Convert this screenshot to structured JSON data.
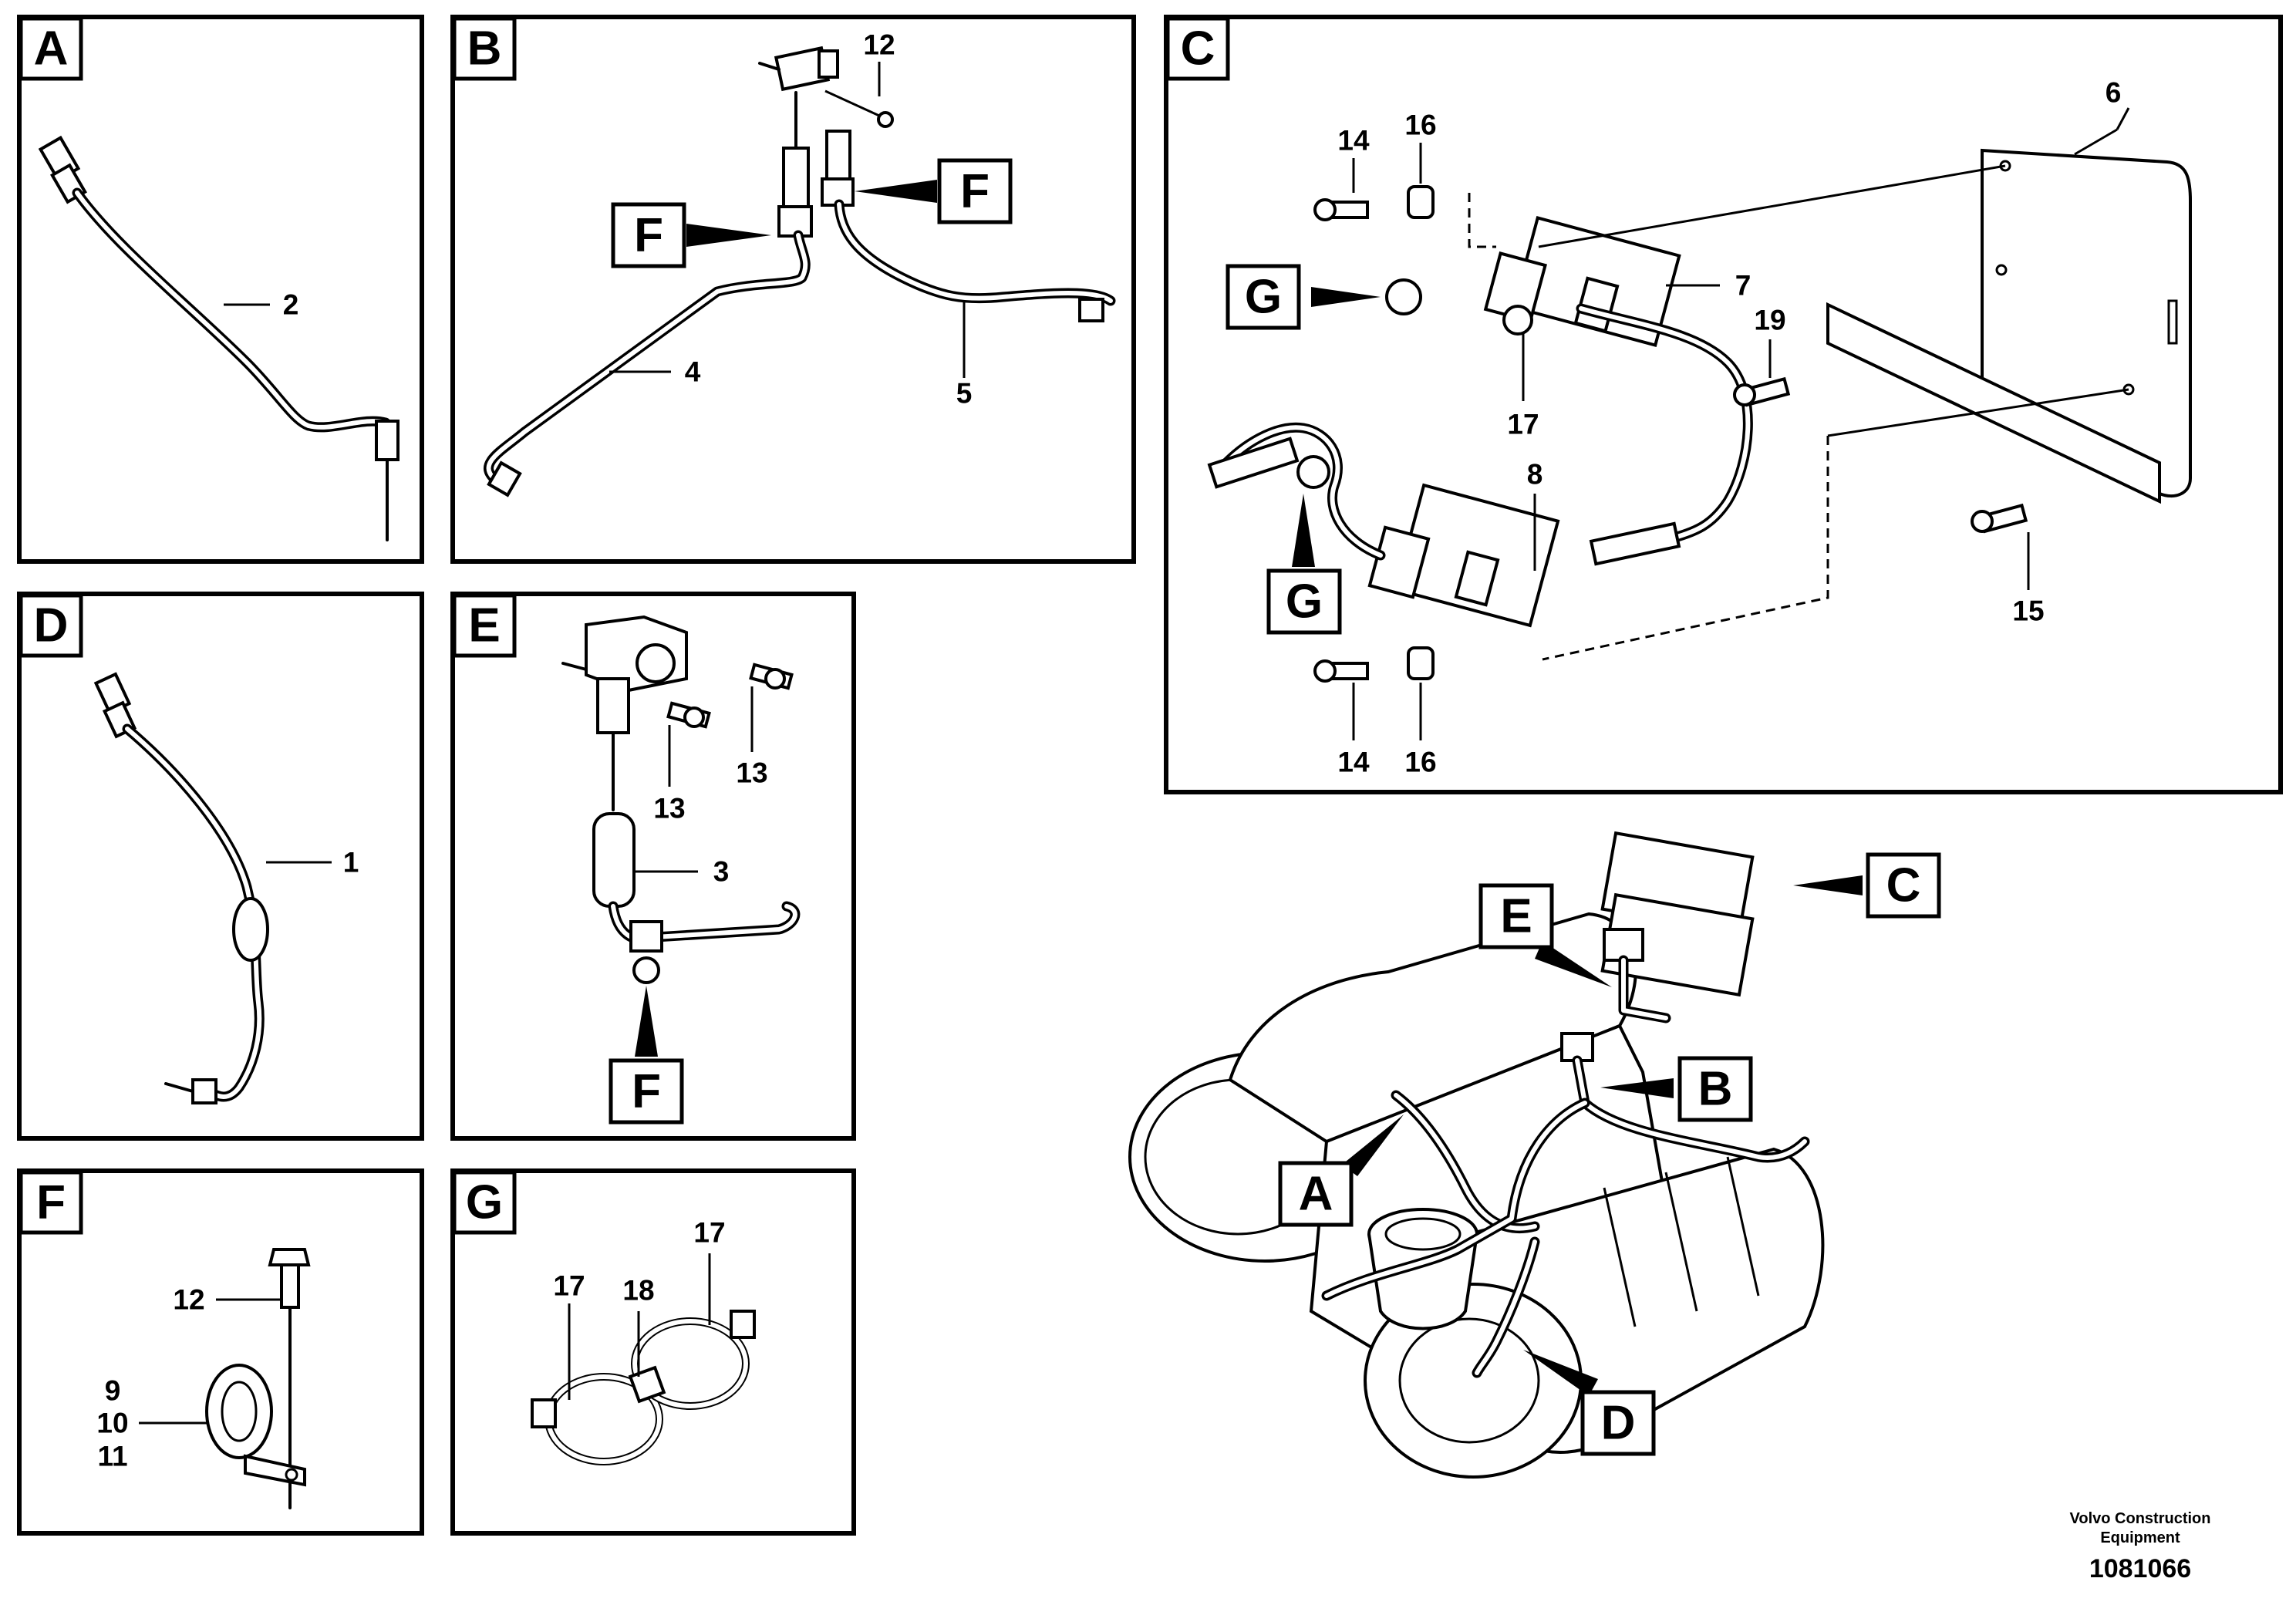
{
  "panels": {
    "A": {
      "label": "A",
      "callouts": [
        "2"
      ]
    },
    "B": {
      "label": "B",
      "callouts": [
        "12",
        "4",
        "5"
      ],
      "tags": [
        "F",
        "F"
      ]
    },
    "C": {
      "label": "C",
      "callouts": [
        "6",
        "14",
        "16",
        "7",
        "19",
        "17",
        "8",
        "15",
        "14",
        "16"
      ],
      "tags": [
        "G",
        "G"
      ]
    },
    "D": {
      "label": "D",
      "callouts": [
        "1"
      ]
    },
    "E": {
      "label": "E",
      "callouts": [
        "13",
        "13",
        "3"
      ],
      "tags": [
        "F"
      ]
    },
    "F": {
      "label": "F",
      "callouts": [
        "12",
        "9",
        "10",
        "11"
      ]
    },
    "G": {
      "label": "G",
      "callouts": [
        "17",
        "18",
        "17"
      ]
    }
  },
  "overview": {
    "tags": [
      "C",
      "E",
      "B",
      "A",
      "D"
    ]
  },
  "footer": {
    "company_line1": "Volvo Construction",
    "company_line2": "Equipment",
    "drawing_number": "1081066"
  }
}
